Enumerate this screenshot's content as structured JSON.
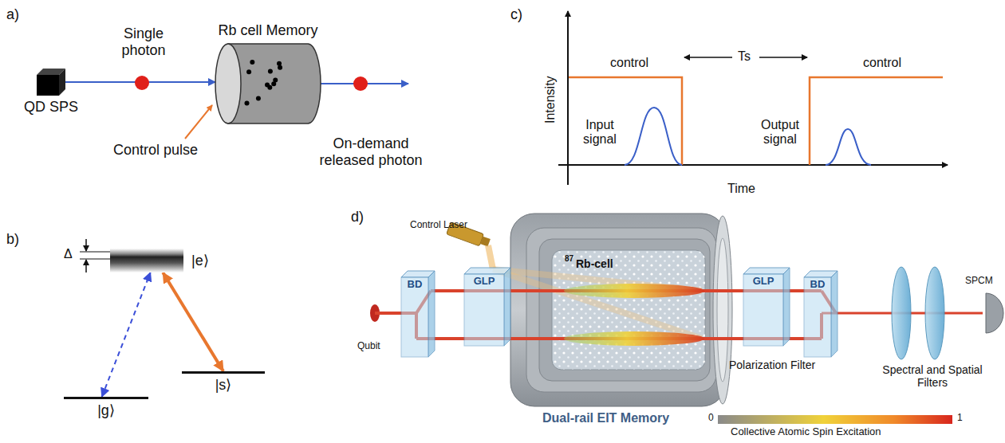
{
  "diagram": {
    "nodes": [
      {
        "text": [
          "QD SPS"
        ]
      },
      {
        "text": [
          "Rb cell Memory"
        ]
      },
      {
        "text": [
          "|e⟩"
        ]
      },
      {
        "text": [
          "|g⟩"
        ]
      },
      {
        "text": [
          "|s⟩"
        ]
      },
      {
        "text": [
          "BD"
        ]
      },
      {
        "text": [
          "GLP"
        ]
      },
      {
        "text": [
          "GLP"
        ]
      },
      {
        "text": [
          "BD"
        ]
      }
    ],
    "edges": [
      {
        "from": 0,
        "to": 1,
        "arrow": "to"
      },
      {
        "from": 3,
        "to": 2,
        "arrow": "both"
      },
      {
        "from": 4,
        "to": 2,
        "arrow": "both"
      }
    ],
    "labels": [
      "a)",
      "Single photon",
      "Control pulse",
      "On-demand released photon",
      "b)",
      "Δ",
      "c)",
      "Intensity",
      "Time",
      "control",
      "control",
      "Input signal",
      "Output signal",
      "Ts",
      "d)",
      "Control Laser",
      "87",
      "Rb-cell",
      "Qubit",
      "Polarization Filter",
      "Spectral and Spatial Filters",
      "SPCM",
      "Dual-rail EIT Memory",
      "0",
      "1",
      "Collective Atomic Spin Excitation"
    ]
  }
}
